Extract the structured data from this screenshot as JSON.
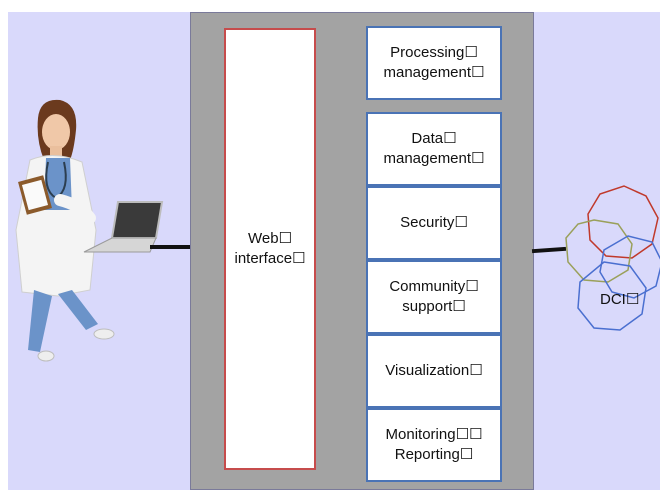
{
  "web_interface": {
    "label": "Web☐\ninterface☐"
  },
  "modules": [
    {
      "label": "Processing☐\nmanagement☐"
    },
    {
      "label": "Data☐\nmanagement☐"
    },
    {
      "label": "Security☐"
    },
    {
      "label": "Community☐\nsupport☐"
    },
    {
      "label": "Visualization☐"
    },
    {
      "label": "Monitoring☐☐\nReporting☐"
    }
  ],
  "dci": {
    "label": "DCI☐"
  },
  "colors": {
    "background": "#d9d9fb",
    "panel": "#a3a3a3",
    "web_border": "#c64c4c",
    "module_border": "#4a73b5",
    "ring_red": "#c0392b",
    "ring_olive": "#9aa05a",
    "ring_blue": "#4a6fd0"
  }
}
